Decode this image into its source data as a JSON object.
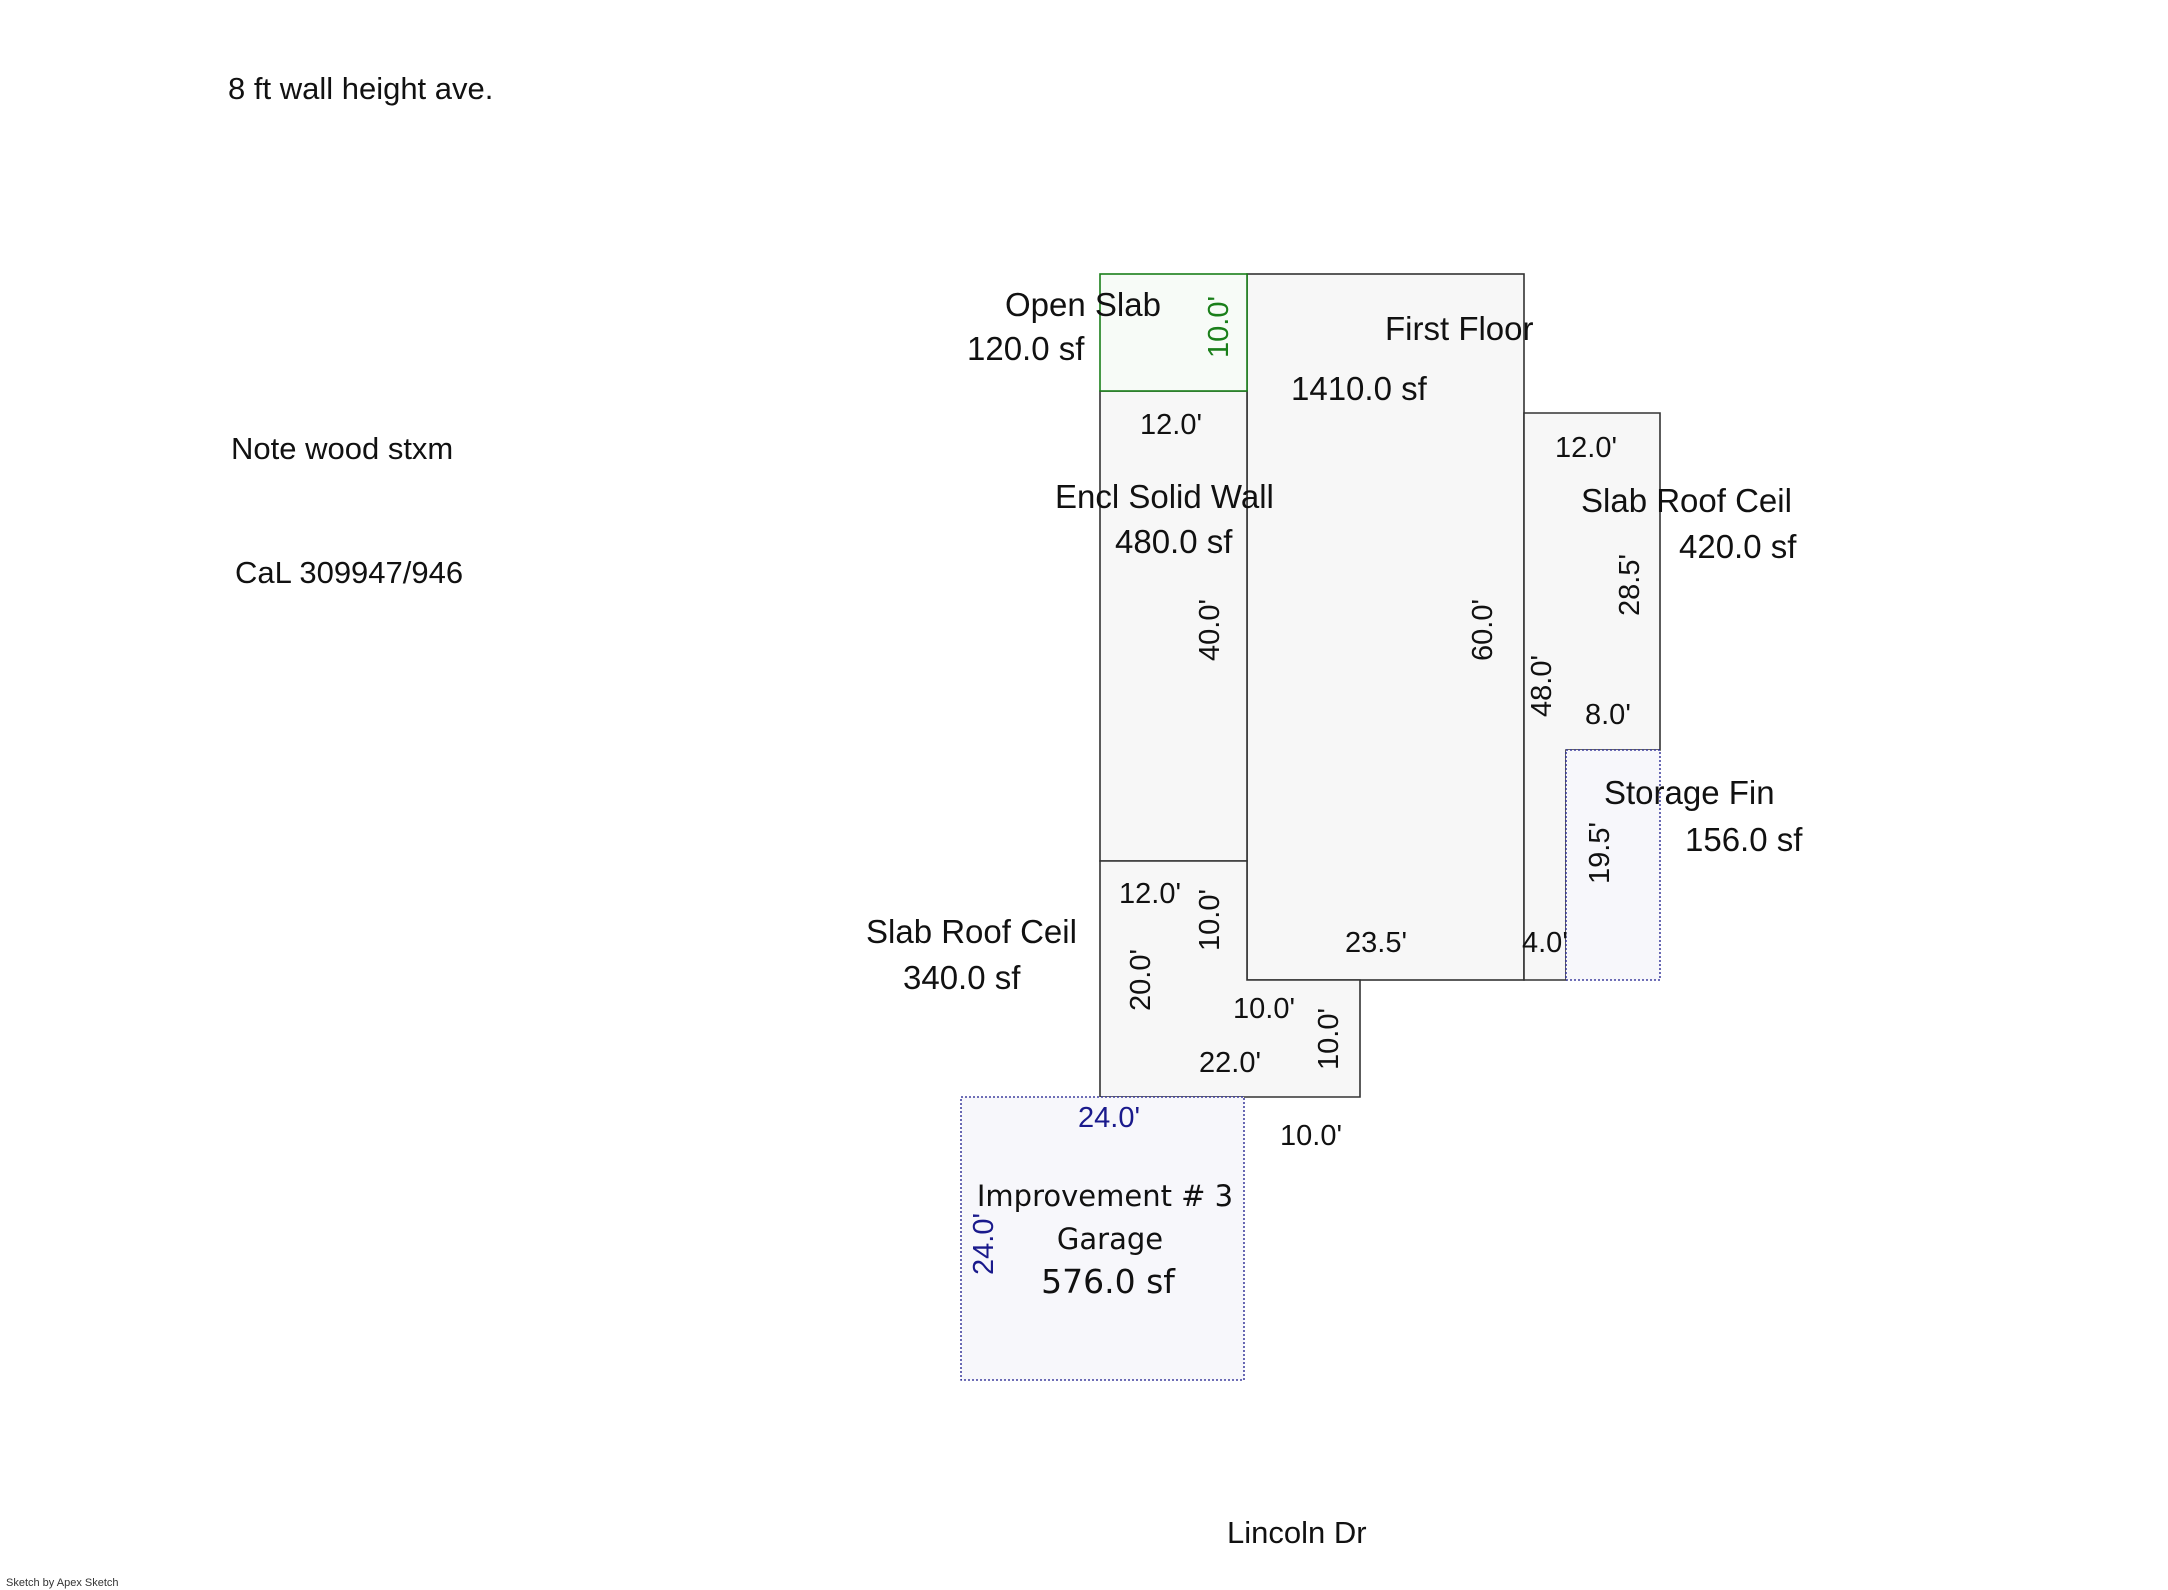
{
  "notes": {
    "wall_height": "8 ft wall height ave.",
    "note_wood": "Note wood stxm",
    "cal": "CaL 309947/946",
    "street": "Lincoln Dr",
    "credit": "Sketch by Apex Sketch"
  },
  "colors": {
    "outline": "#333333",
    "fill": "#f7f7f7",
    "open_slab": "#1a7f1a",
    "garage": "#1a1a8c"
  },
  "areas": {
    "open_slab": {
      "name": "Open Slab",
      "size": "120.0 sf"
    },
    "first_floor": {
      "name": "First Floor",
      "size": "1410.0 sf"
    },
    "encl_solid_wall": {
      "name": "Encl Solid Wall",
      "size": "480.0 sf"
    },
    "slab_roof_ceil_right": {
      "name": "Slab Roof Ceil",
      "size": "420.0 sf"
    },
    "storage_fin": {
      "name": "Storage Fin",
      "size": "156.0 sf"
    },
    "slab_roof_ceil_left": {
      "name": "Slab Roof Ceil",
      "size": "340.0 sf"
    },
    "garage": {
      "improvement": "Improvement # 3",
      "name": "Garage",
      "size": "576.0 sf"
    }
  },
  "dimensions": {
    "open_slab_height": "10.0'",
    "encl_width": "12.0'",
    "encl_height": "40.0'",
    "first_floor_height": "60.0'",
    "first_floor_bottom": "23.5'",
    "right_top": "12.0'",
    "right_height": "28.5'",
    "right_left": "48.0'",
    "right_step": "8.0'",
    "storage_height": "19.5'",
    "step_bottom": "4.0'",
    "slab_left_top": "12.0'",
    "slab_left_upper": "10.0'",
    "slab_left_left": "20.0'",
    "slab_left_ext_top": "10.0'",
    "slab_left_bottom": "22.0'",
    "slab_left_ext_right": "10.0'",
    "below_ext": "10.0'",
    "garage_top": "24.0'",
    "garage_left": "24.0'"
  }
}
